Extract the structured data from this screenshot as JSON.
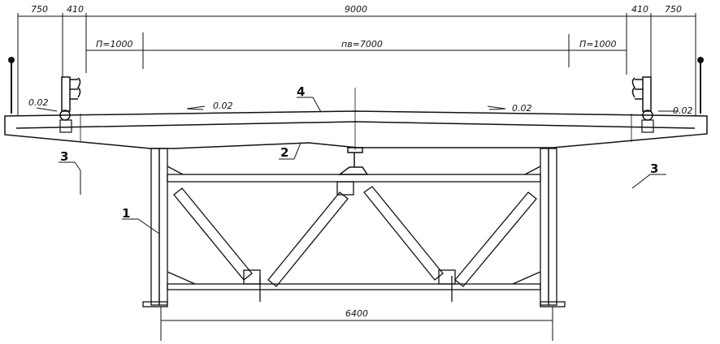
{
  "drawing": {
    "top_dimensions": [
      "750",
      "410",
      "9000",
      "410",
      "750"
    ],
    "lane_dimensions": [
      "П=1000",
      "пв=7000",
      "П=1000"
    ],
    "slopes": [
      "0.02",
      "0.02",
      "0.02",
      "0.02"
    ],
    "bottom_dimension": "6400",
    "callouts": {
      "main_truss": "1",
      "slab_haunch": "2",
      "section_left": "3",
      "section_right": "3",
      "deck": "4"
    }
  }
}
